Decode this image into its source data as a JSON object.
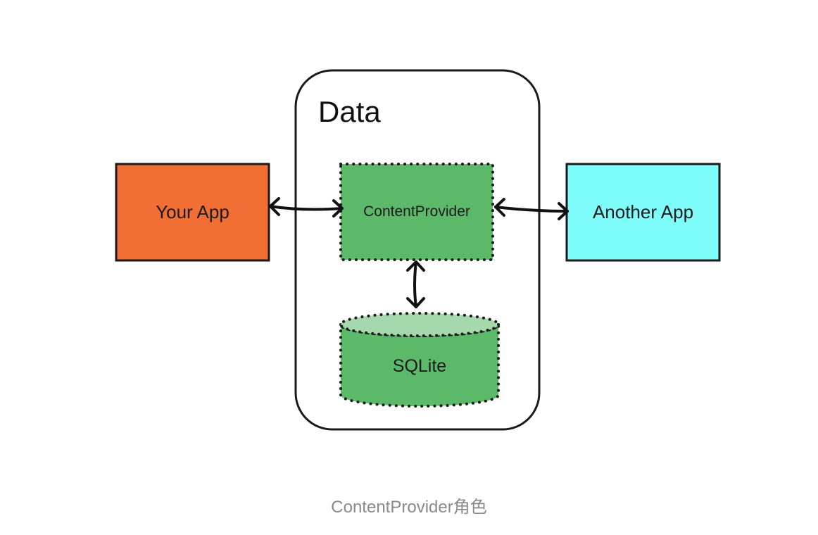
{
  "diagram": {
    "container_label": "Data",
    "nodes": {
      "your_app": {
        "label": "Your App",
        "fill": "#f16f34"
      },
      "content_provider": {
        "label": "ContentProvider",
        "fill": "#5cb96a"
      },
      "another_app": {
        "label": "Another App",
        "fill": "#7ffdfa"
      },
      "sqlite": {
        "label": "SQLite",
        "fill": "#5cb96a",
        "top_fill": "#a5d8ad"
      }
    },
    "edges": [
      {
        "from": "your_app",
        "to": "content_provider",
        "direction": "bidirectional"
      },
      {
        "from": "content_provider",
        "to": "another_app",
        "direction": "bidirectional"
      },
      {
        "from": "content_provider",
        "to": "sqlite",
        "direction": "bidirectional"
      }
    ]
  },
  "caption": "ContentProvider角色"
}
